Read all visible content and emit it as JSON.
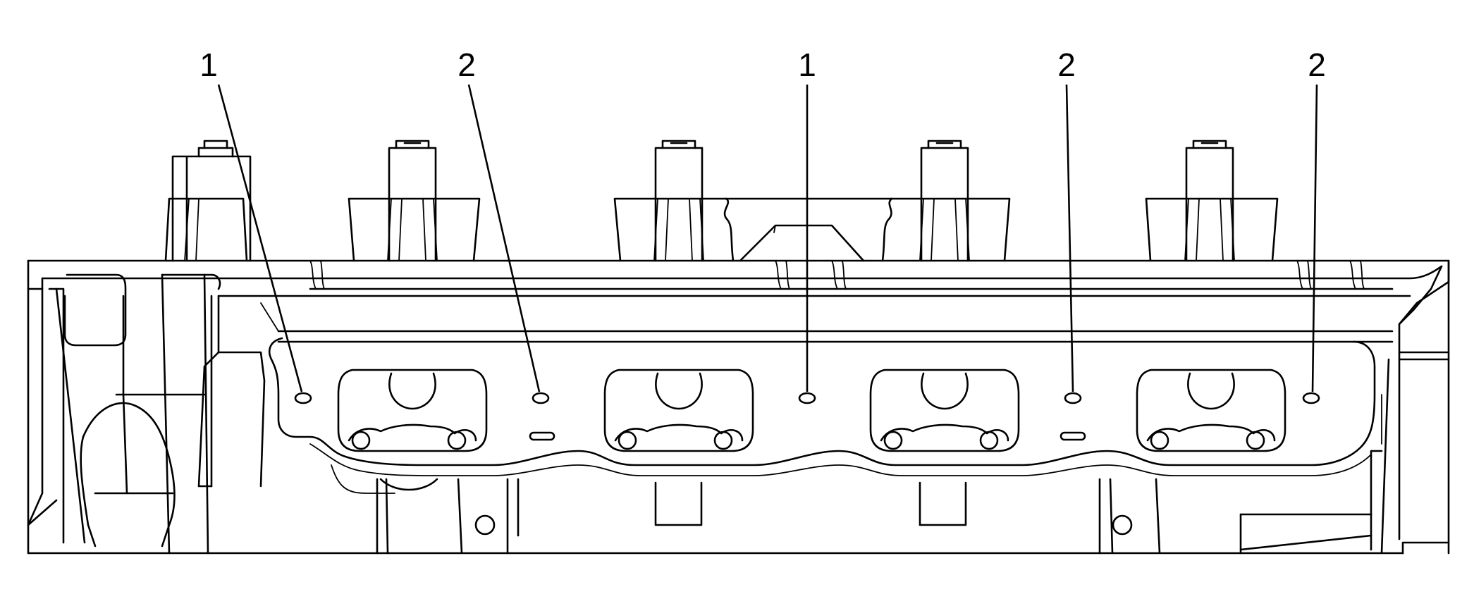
{
  "callouts": [
    {
      "id": "c1",
      "label": "1"
    },
    {
      "id": "c2",
      "label": "2"
    },
    {
      "id": "c3",
      "label": "1"
    },
    {
      "id": "c4",
      "label": "2"
    },
    {
      "id": "c5",
      "label": "2"
    }
  ]
}
